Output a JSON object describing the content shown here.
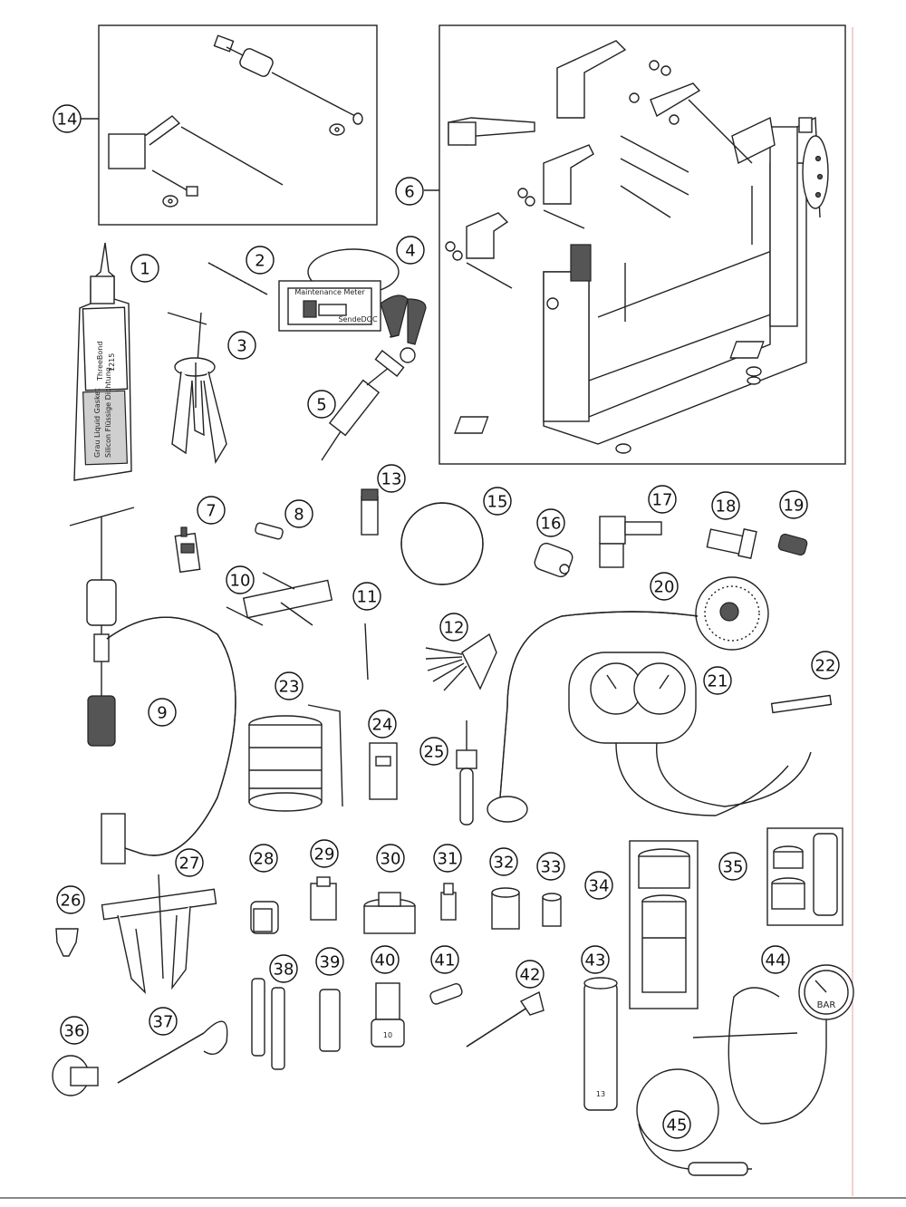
{
  "callouts": [
    "1",
    "2",
    "3",
    "4",
    "5",
    "6",
    "7",
    "8",
    "9",
    "10",
    "11",
    "12",
    "13",
    "14",
    "15",
    "16",
    "17",
    "18",
    "19",
    "20",
    "21",
    "22",
    "23",
    "24",
    "25",
    "26",
    "27",
    "28",
    "29",
    "30",
    "31",
    "32",
    "33",
    "34",
    "35",
    "36",
    "37",
    "38",
    "39",
    "40",
    "41",
    "42",
    "43",
    "44",
    "45"
  ],
  "labels": {
    "tube_brand": "ThreeBond",
    "tube_code": "1215",
    "tube_text_a": "Grau Liquid Gasket",
    "tube_text_b": "Silicon Flüssige Dichtung",
    "meter_title": "Maintenance Meter",
    "meter_brand": "SendeDOC",
    "socket_40": "10",
    "socket_43": "13",
    "gauge_44_unit": "BAR"
  }
}
